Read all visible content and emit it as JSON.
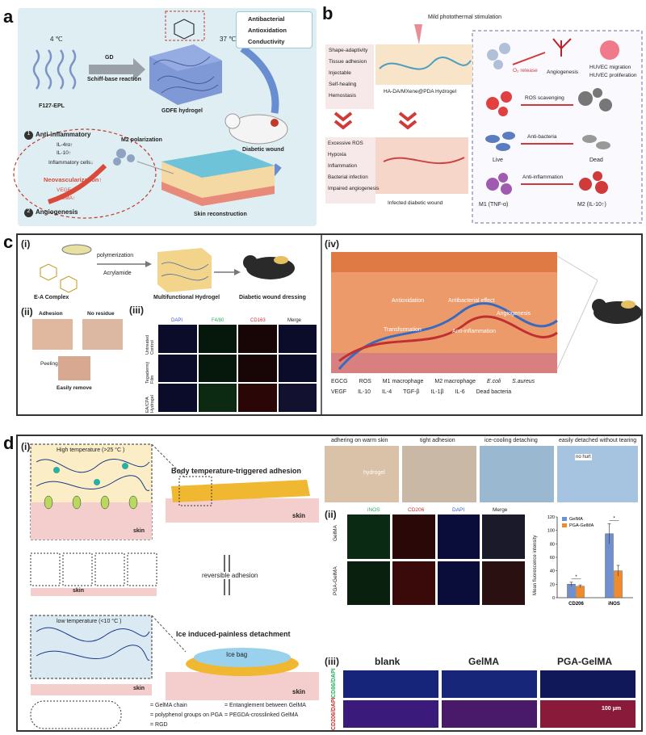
{
  "panels": {
    "a": {
      "label": "a",
      "temp_cold": "4 ℃",
      "temp_warm": "37 ℃",
      "gd": "GD",
      "reaction": "Schiff-base reaction",
      "f127": "F127-EPL",
      "hydrogel": "GDFE hydrogel",
      "wound": "Diabetic wound",
      "skin": "Skin reconstruction",
      "m2": "M2 polarization",
      "props": [
        "Antibacterial",
        "Antioxidation",
        "Conductivity"
      ],
      "inflam_title": "Anti-inflammatory",
      "inflam_num": "1",
      "inflam_items": [
        "IL-4rα↑",
        "IL-10↑",
        "Inflammatory cells↓"
      ],
      "neo": "Neovascularization↑",
      "vegf": "VEGF↑",
      "asma": "α-SMA↑",
      "angio_num": "2",
      "angio": "Angiogenesis"
    },
    "b": {
      "label": "b",
      "laser": "Mild photothermal stimulation",
      "features": [
        "Shape-adaptivity",
        "Tissue adhesion",
        "Injectable",
        "Self-healing",
        "Hemostasis"
      ],
      "hydrogel": "HA-DA/MXene@PDA Hydrogel",
      "problems": [
        "Excessive ROS",
        "Hypoxia",
        "Inflammation",
        "Bacterial infection",
        "Impaired angiogenesis"
      ],
      "infected": "Infected diabetic wound",
      "o2": "O₂ release",
      "angio": "Angiogenesis",
      "huvec": [
        "HUVEC migration",
        "HUVEC proliferation"
      ],
      "ros": "ROS scavenging",
      "antibac": "Anti-bacteria",
      "live": "Live",
      "dead": "Dead",
      "antiinf": "Anti-inflammation",
      "m1": "M1 (TNF-α)",
      "m2": "M2 (IL-10↑)"
    },
    "c": {
      "label": "c",
      "i": "(i)",
      "ii": "(ii)",
      "iii": "(iii)",
      "iv": "(iv)",
      "polymerization": "polymerization",
      "acrylamide": "Acrylamide",
      "complex": "E-A Complex",
      "multi": "Multifunctional Hydrogel",
      "dressing": "Diabetic wound dressing",
      "adhesion": "Adhesion",
      "noresidue": "No residue",
      "peeling": "Peeling",
      "easily": "Easily remove",
      "stain_cols": [
        "DAPI",
        "F4/80",
        "CD163",
        "Merge"
      ],
      "stain_rows": [
        "Untreated Control",
        "Tegaderm™ Film",
        "EA/CPA Hydrogel"
      ],
      "iv_labels": [
        "Antioxidation",
        "Antibacterial effect",
        "Angiogenesis",
        "Transformation",
        "Anti-inflammation"
      ],
      "legend_row1": [
        "EGCG",
        "ROS",
        "M1 macrophage",
        "M2 macrophage",
        "E.coli",
        "S.aureus"
      ],
      "legend_row2": [
        "VEGF",
        "IL-10",
        "IL-4",
        "TGF-β",
        "IL-1β",
        "IL-6",
        "Dead bacteria"
      ]
    },
    "d": {
      "label": "d",
      "i": "(i)",
      "ii": "(ii)",
      "iii": "(iii)",
      "high_temp": "High temperature (>25 °C )",
      "low_temp": "low temperature (<10 °C )",
      "skin": "skin",
      "body_trig": "Body temperature-triggered adhesion",
      "reversible": "reversible adhesion",
      "ice": "Ice induced-painless detachment",
      "icebag": "Ice bag",
      "photo_steps": [
        "adhering on warm skin",
        "tight adhesion",
        "ice-cooling detaching",
        "easily detached without tearing"
      ],
      "hydrogel_tag": "hydrogel",
      "nohurt": "no hurt",
      "stain_cols": [
        "iNOS",
        "CD206",
        "DAPI",
        "Merge"
      ],
      "stain_rows": [
        "GelMA",
        "PGA-GelMA"
      ],
      "iii_cols": [
        "blank",
        "GelMA",
        "PGA-GelMA"
      ],
      "iii_rows": [
        "CD86/DAPI",
        "CD206/DAPI"
      ],
      "scale": "100 μm",
      "legend": [
        "= GelMA chain",
        "= Entanglement between GelMA",
        "= polyphenol groups on PGA",
        "= PEGDA-crosslinked GelMA",
        "= RGD"
      ]
    }
  },
  "chart_data": {
    "type": "bar",
    "title": "",
    "ylabel": "Mean fluorescence intensity",
    "xlabel": "",
    "categories": [
      "CD206",
      "iNOS"
    ],
    "ylim": [
      0,
      120
    ],
    "yticks": [
      0,
      20,
      40,
      60,
      80,
      100,
      120
    ],
    "series": [
      {
        "name": "GelMA",
        "color": "#6f8fcf",
        "values": [
          20,
          95
        ],
        "errors": [
          3,
          15
        ]
      },
      {
        "name": "PGA-GelMA",
        "color": "#f08a2c",
        "values": [
          17,
          40
        ],
        "errors": [
          2,
          8
        ]
      }
    ],
    "significance": [
      "*",
      "*"
    ]
  }
}
